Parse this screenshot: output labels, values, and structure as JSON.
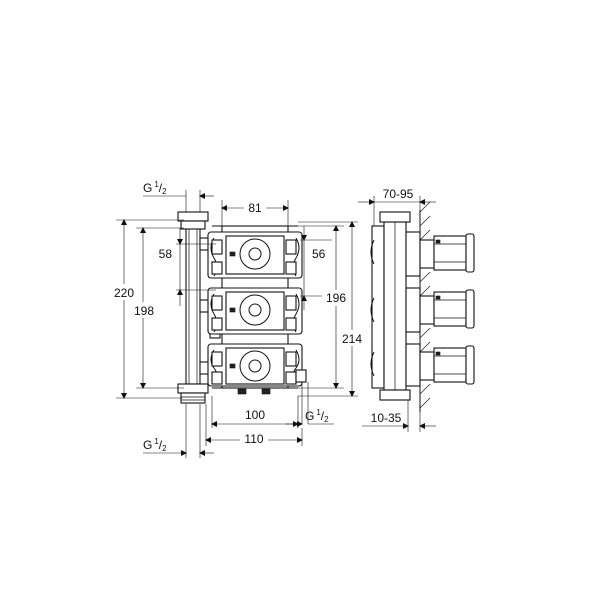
{
  "front": {
    "dim_81": "81",
    "dim_58": "58",
    "dim_56": "56",
    "dim_220": "220",
    "dim_198": "198",
    "dim_196": "196",
    "dim_214": "214",
    "dim_100": "100",
    "dim_110": "110",
    "thread_top": {
      "base": "G",
      "num": "1",
      "den": "2"
    },
    "thread_bottom": {
      "base": "G",
      "num": "1",
      "den": "2"
    },
    "thread_right": {
      "base": "G",
      "num": "1",
      "den": "2"
    }
  },
  "side": {
    "dim_top": "70-95",
    "dim_bottom": "10-35"
  }
}
